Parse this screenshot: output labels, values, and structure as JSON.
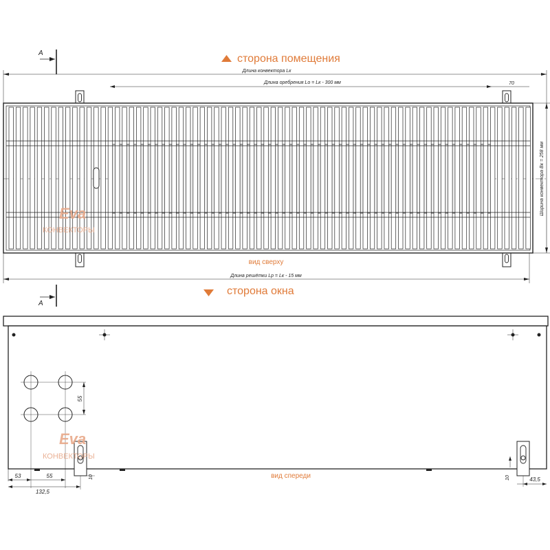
{
  "labels": {
    "room_side": "сторона помещения",
    "window_side": "сторона окна",
    "top_view": "вид сверху",
    "front_view": "вид спереди",
    "section_mark": "A"
  },
  "dimensions": {
    "convector_length": "Длина конвектора Lк",
    "fin_length": "Длина оребрения Lo = Lк - 300 мм",
    "grille_length": "Длина решётки Lp = Lк - 15 мм",
    "convector_width": "Ширина конвектора Вк = 258 мм",
    "d70": "70",
    "d55_vertical": "55",
    "d53": "53",
    "d55_horizontal": "55",
    "d132_5": "132,5",
    "d10_left": "10",
    "d10_right": "10",
    "d43_5": "43,5"
  },
  "watermark": {
    "script": "Eva",
    "word": "КОНВЕКТОРЫ"
  },
  "colors": {
    "accent": "#e07b39",
    "line": "#222222",
    "watermark": "#e8a98a"
  }
}
